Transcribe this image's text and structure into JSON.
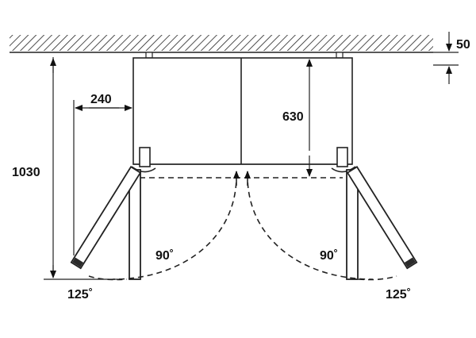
{
  "labels": {
    "ceiling_gap": "50",
    "side_offset": "240",
    "door_depth": "630",
    "total_depth": "1030",
    "angle_left_90": "90˚",
    "angle_right_90": "90˚",
    "angle_left_125": "125˚",
    "angle_right_125": "125˚"
  }
}
